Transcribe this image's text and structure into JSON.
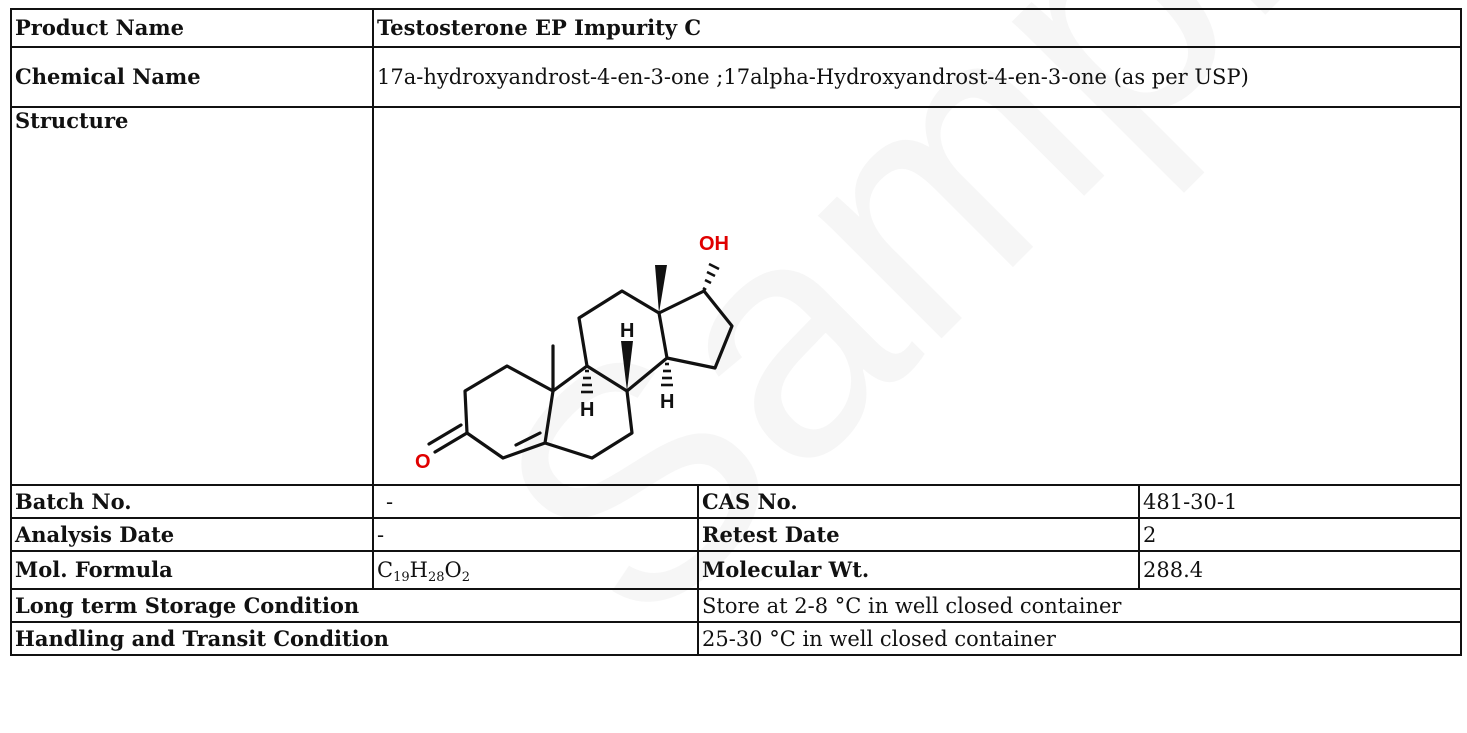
{
  "product": {
    "label": "Product Name",
    "value": "Testosterone EP Impurity C"
  },
  "chemical": {
    "label": "Chemical Name",
    "value": "17a-hydroxyandrost-4-en-3-one ;17alpha-Hydroxyandrost-4-en-3-one (as per USP)"
  },
  "structure": {
    "label": "Structure",
    "atoms": {
      "oh": "OH",
      "h1": "H",
      "h2": "H",
      "h3": "H",
      "o": "O"
    },
    "atom_color": "#e00000"
  },
  "batch": {
    "label": "Batch No.",
    "value": "-"
  },
  "cas": {
    "label": "CAS No.",
    "value": "481-30-1"
  },
  "analysis": {
    "label": "Analysis Date",
    "value": "-"
  },
  "retest": {
    "label": "Retest Date",
    "value": "2"
  },
  "formula": {
    "label": "Mol. Formula",
    "parts": [
      "C",
      "19",
      "H",
      "28",
      "O",
      "2"
    ]
  },
  "molwt": {
    "label": "Molecular Wt.",
    "value": "288.4"
  },
  "storage": {
    "label": "Long term Storage Condition",
    "value": "Store at 2-8 °C in well closed container"
  },
  "transit": {
    "label": "Handling and Transit Condition",
    "value": "25-30 °C in well closed container"
  },
  "watermark": {
    "text": "Sample COA"
  }
}
